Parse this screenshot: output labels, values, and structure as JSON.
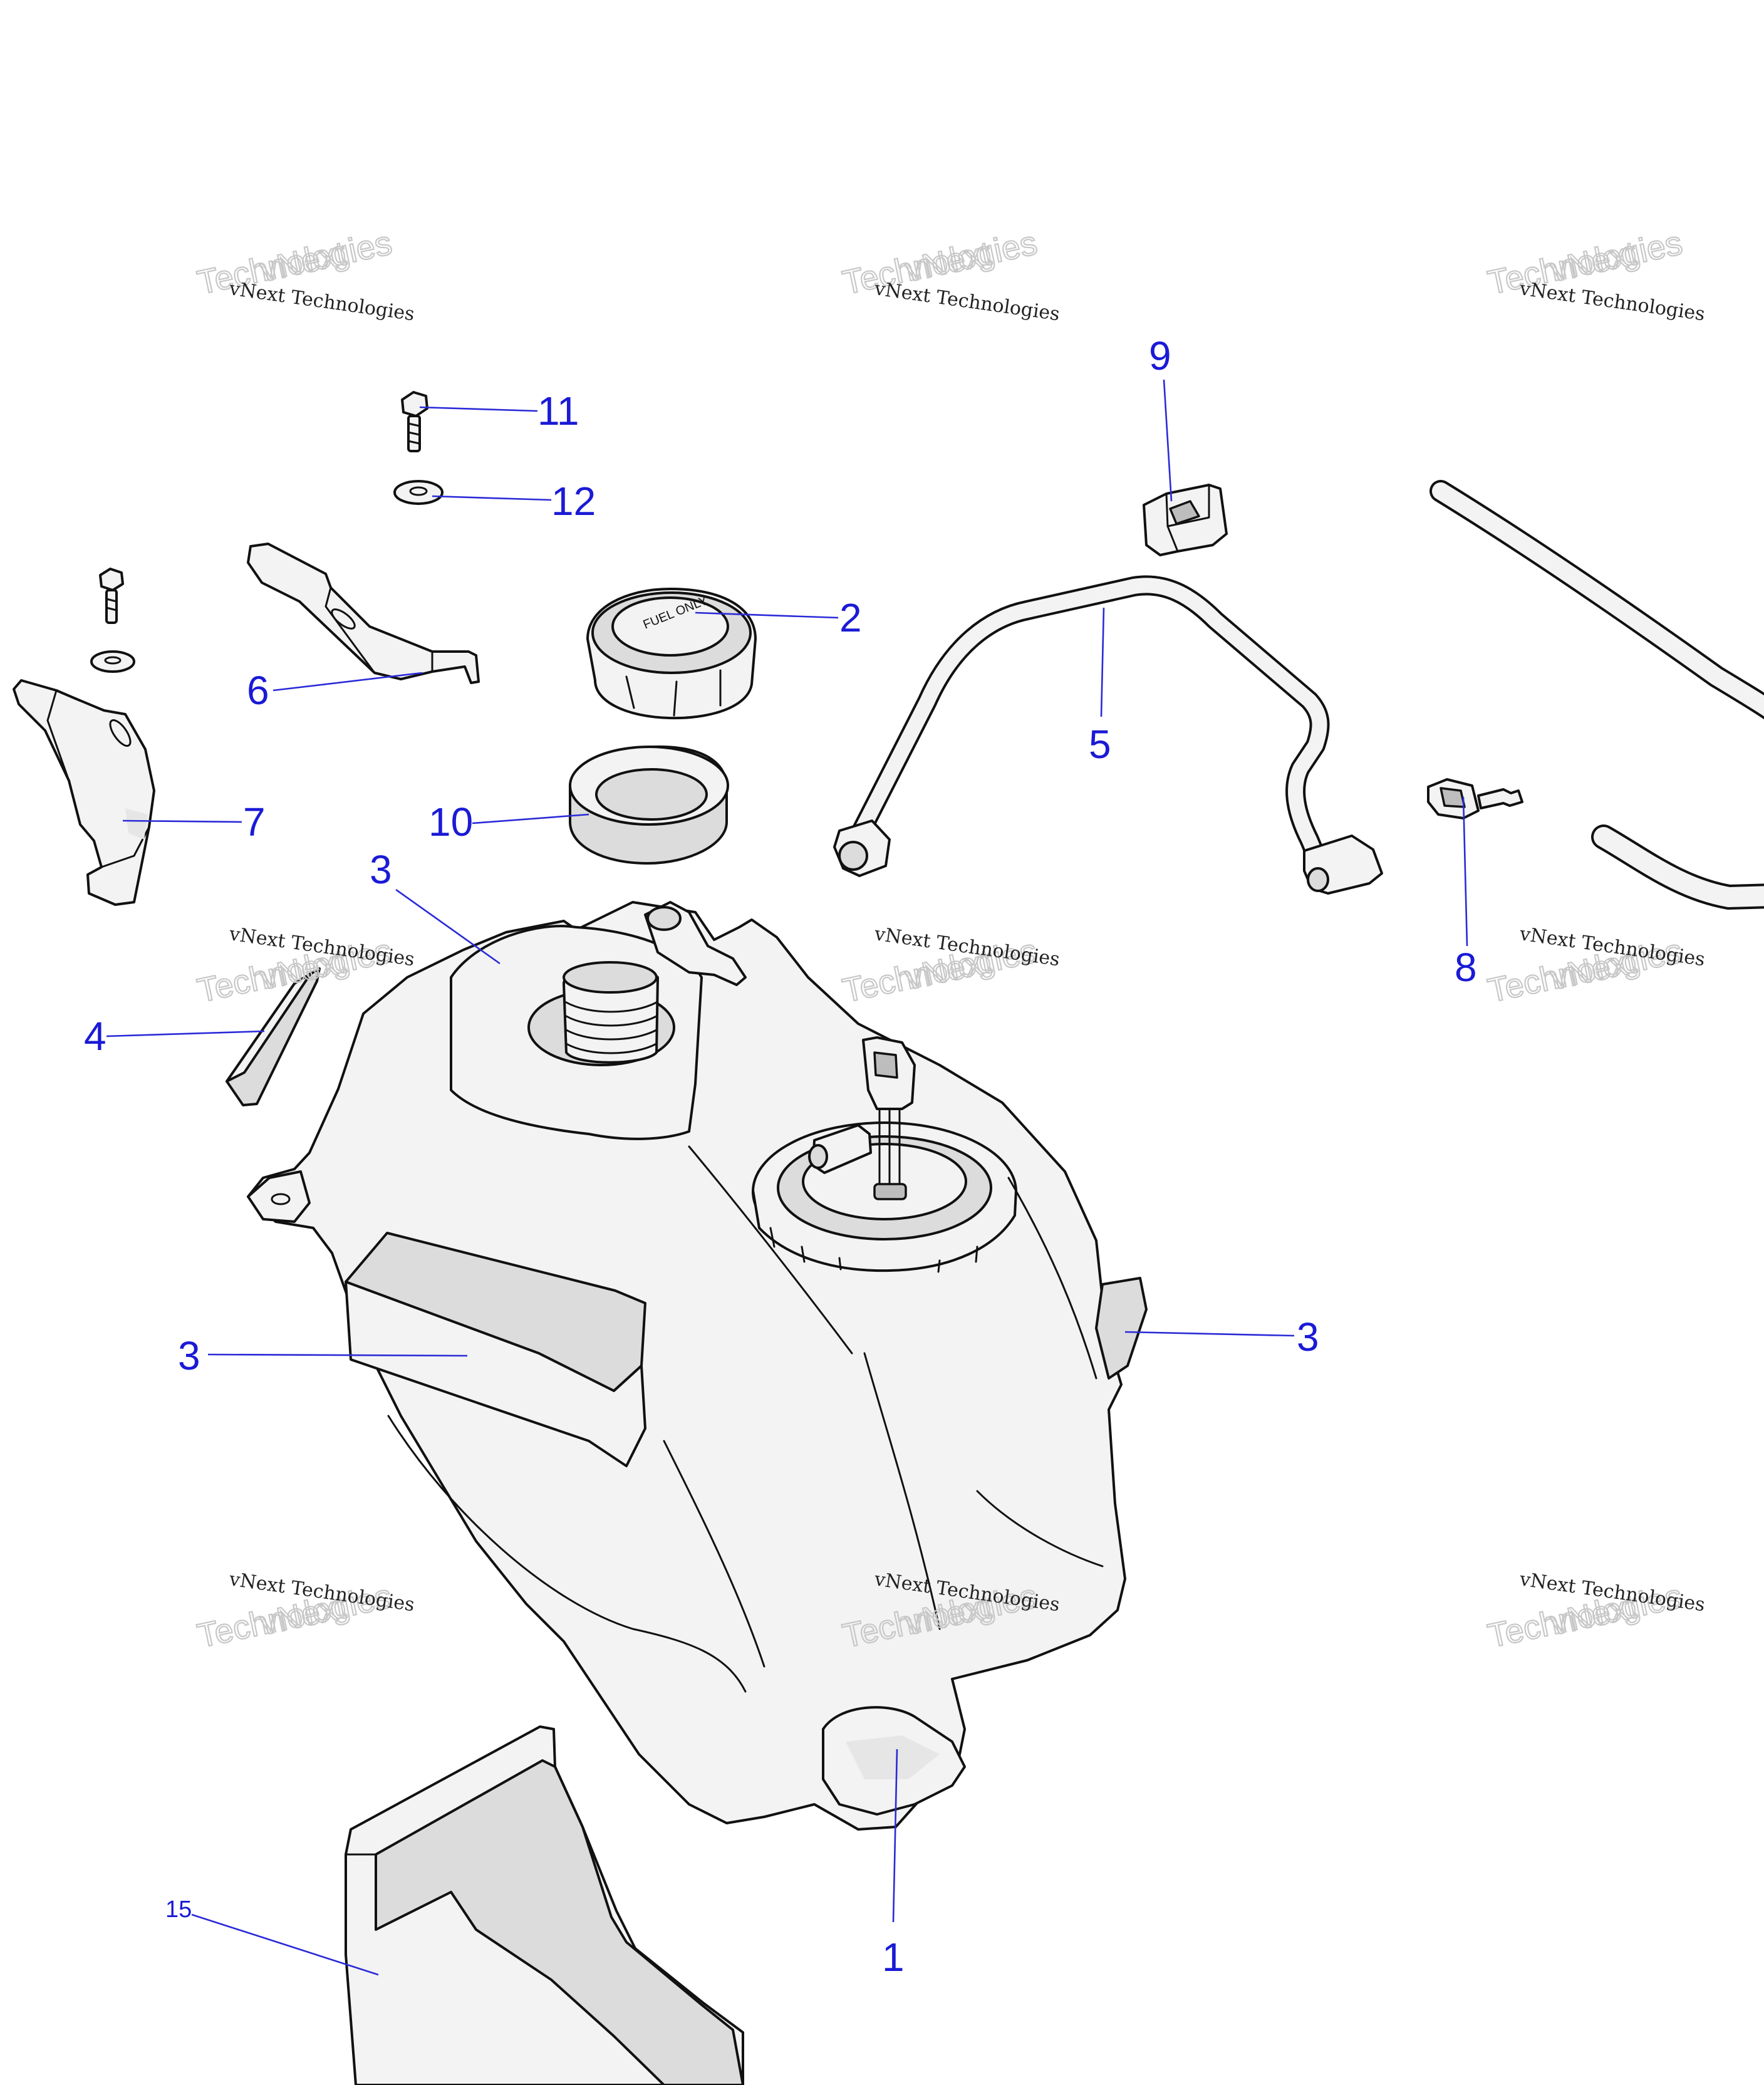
{
  "watermark": {
    "line1": "vNext",
    "line2": "vNext Technologies",
    "line3": "Technologies"
  },
  "callouts": [
    {
      "id": "c-11",
      "text": "11"
    },
    {
      "id": "c-12",
      "text": "12"
    },
    {
      "id": "c-9",
      "text": "9"
    },
    {
      "id": "c-2",
      "text": "2"
    },
    {
      "id": "c-6",
      "text": "6"
    },
    {
      "id": "c-5",
      "text": "5"
    },
    {
      "id": "c-7",
      "text": "7"
    },
    {
      "id": "c-10",
      "text": "10"
    },
    {
      "id": "c-3a",
      "text": "3"
    },
    {
      "id": "c-8",
      "text": "8"
    },
    {
      "id": "c-4",
      "text": "4"
    },
    {
      "id": "c-3b",
      "text": "3"
    },
    {
      "id": "c-3c",
      "text": "3"
    },
    {
      "id": "c-15",
      "text": "15"
    },
    {
      "id": "c-1",
      "text": "1"
    }
  ],
  "colors": {
    "callout": "#1a1ad6",
    "outline": "#111111",
    "fill": "#f3f3f3"
  }
}
